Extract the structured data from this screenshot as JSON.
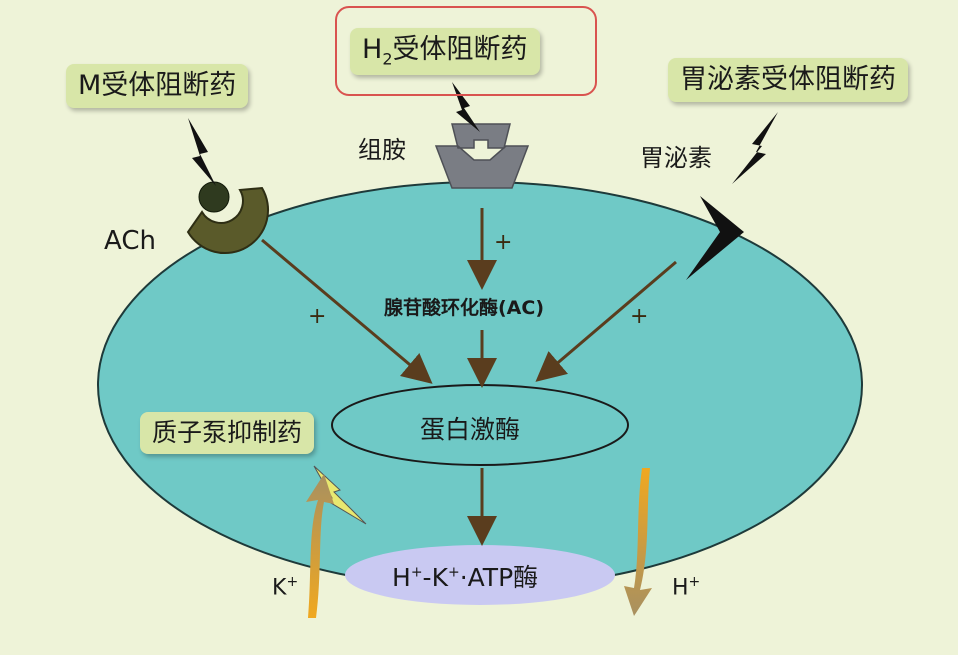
{
  "drugs": {
    "m_blocker": "M受体阻断药",
    "h2_blocker_h": "H",
    "h2_blocker_sub": "2",
    "h2_blocker_rest": "受体阻断药",
    "gastrin_blocker": "胃泌素受体阻断药",
    "ppi": "质子泵抑制药"
  },
  "agents": {
    "ach": "ACh",
    "histamine": "组胺",
    "gastrin": "胃泌素"
  },
  "enzymes": {
    "ac": "腺苷酸环化酶(AC)",
    "kinase": "蛋白激酶",
    "pump_h": "H",
    "pump_plus1": "+",
    "pump_k": "-K",
    "pump_plus2": "+",
    "pump_rest": "·ATP酶"
  },
  "ions": {
    "k_letter": "K",
    "k_sup": "+",
    "h_letter": "H",
    "h_sup": "+"
  },
  "signs": {
    "plus_left": "+",
    "plus_top": "+",
    "plus_right": "+"
  },
  "colors": {
    "cell_fill": "#6fc9c6",
    "cell_stroke": "#1e3a3a",
    "arrow": "#5a3d1e",
    "receptor_m": "#5a5a2a",
    "receptor_h": "#7a7d84",
    "pump_fill": "#c9c9f2",
    "lightning_dark": "#111111",
    "lightning_light": "#e8e870",
    "ion_arrow": "#e0a020",
    "h2_frame": "#d9534f"
  }
}
